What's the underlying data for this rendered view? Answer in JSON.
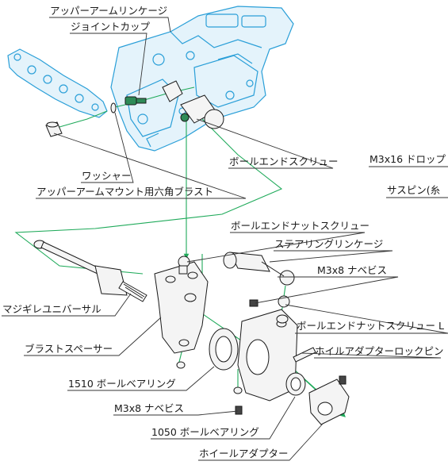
{
  "diagram": {
    "labels": {
      "upper_arm_linkage": "アッパーアームリンケージ",
      "joint_cup": "ジョイントカップ",
      "washer": "ワッシャー",
      "upper_arm_mount_hex_blast": "アッパーアームマウント用六角ブラスト",
      "ball_end_screw": "ボールエンドスクリュー",
      "m3x16_drop_partial": "M3x16 ドロップ",
      "suspin_partial": "サスピン(糸",
      "ball_end_nut_screw": "ボールエンドナットスクリュー",
      "steering_linkage": "ステアリングリンケージ",
      "m3x8_flat_top": "M3x8 ナベビス",
      "ball_end_nut_screw_l": "ボールエンドナットスクリュー L",
      "magic_universal": "マジギレユニバーサル",
      "hoil_adapter_lock_pin": "ホイルアダプターロックピン",
      "blast_spacer": "ブラストスペーサー",
      "bearing_1510": "1510 ボールベアリング",
      "m3x8_flat_bottom": "M3x8 ナベビス",
      "bearing_1050": "1050 ボールベアリング",
      "wheel_adapter": "ホイールアダプター"
    },
    "colors": {
      "chassis_blue": "#2a9fd8",
      "chassis_fill": "#e4f3fb",
      "guide_green": "#1faa5a",
      "leader_line": "#333333",
      "part_outline": "#1a1a1a",
      "part_fill": "#f4f4f4",
      "screw_green": "#2e8b57"
    }
  }
}
